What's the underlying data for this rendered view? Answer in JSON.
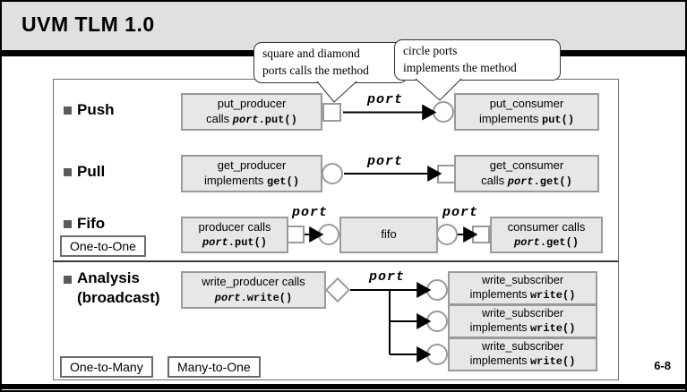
{
  "header": {
    "title": "UVM TLM 1.0"
  },
  "callouts": {
    "square_diamond": {
      "line1": "square and diamond",
      "line2": "ports calls the method"
    },
    "circle": {
      "line1": "circle ports",
      "line2": "implements the method"
    }
  },
  "push": {
    "label": "Push",
    "producer": {
      "line1": "put_producer",
      "prefix": "calls ",
      "code_italic": "port",
      "code": ".put()"
    },
    "port_label": "port",
    "consumer": {
      "line1": "put_consumer",
      "prefix": "implements ",
      "code_italic": "",
      "code": "put()"
    }
  },
  "pull": {
    "label": "Pull",
    "producer": {
      "line1": "get_producer",
      "prefix": "implements ",
      "code_italic": "",
      "code": "get()"
    },
    "port_label": "port",
    "consumer": {
      "line1": "get_consumer",
      "prefix": "calls ",
      "code_italic": "port",
      "code": ".get()"
    }
  },
  "fifo": {
    "label": "Fifo",
    "badge": "One-to-One",
    "producer": {
      "line1": "producer calls",
      "prefix": "",
      "code_italic": "port",
      "code": ".put()"
    },
    "port_label_left": "port",
    "fifo_label": "fifo",
    "port_label_right": "port",
    "consumer": {
      "line1": "consumer calls",
      "prefix": "",
      "code_italic": "port",
      "code": ".get()"
    }
  },
  "analysis": {
    "label_line1": "Analysis",
    "label_line2": "(broadcast)",
    "producer": {
      "line1": "write_producer calls",
      "prefix": "",
      "code_italic": "port",
      "code": ".write()"
    },
    "port_label": "port",
    "subscribers": [
      {
        "line1": "write_subscriber",
        "prefix": "implements ",
        "code": "write()"
      },
      {
        "line1": "write_subscriber",
        "prefix": "implements ",
        "code": "write()"
      },
      {
        "line1": "write_subscriber",
        "prefix": "implements ",
        "code": "write()"
      }
    ]
  },
  "badges": {
    "one_to_many": "One-to-Many",
    "many_to_one": "Many-to-One"
  },
  "footer": {
    "page_number": "6-8"
  },
  "colors": {
    "header_bg": "#e0e0e0",
    "box_fill": "#e7e7e7",
    "box_border": "#9a9a9a",
    "line": "#000000"
  }
}
